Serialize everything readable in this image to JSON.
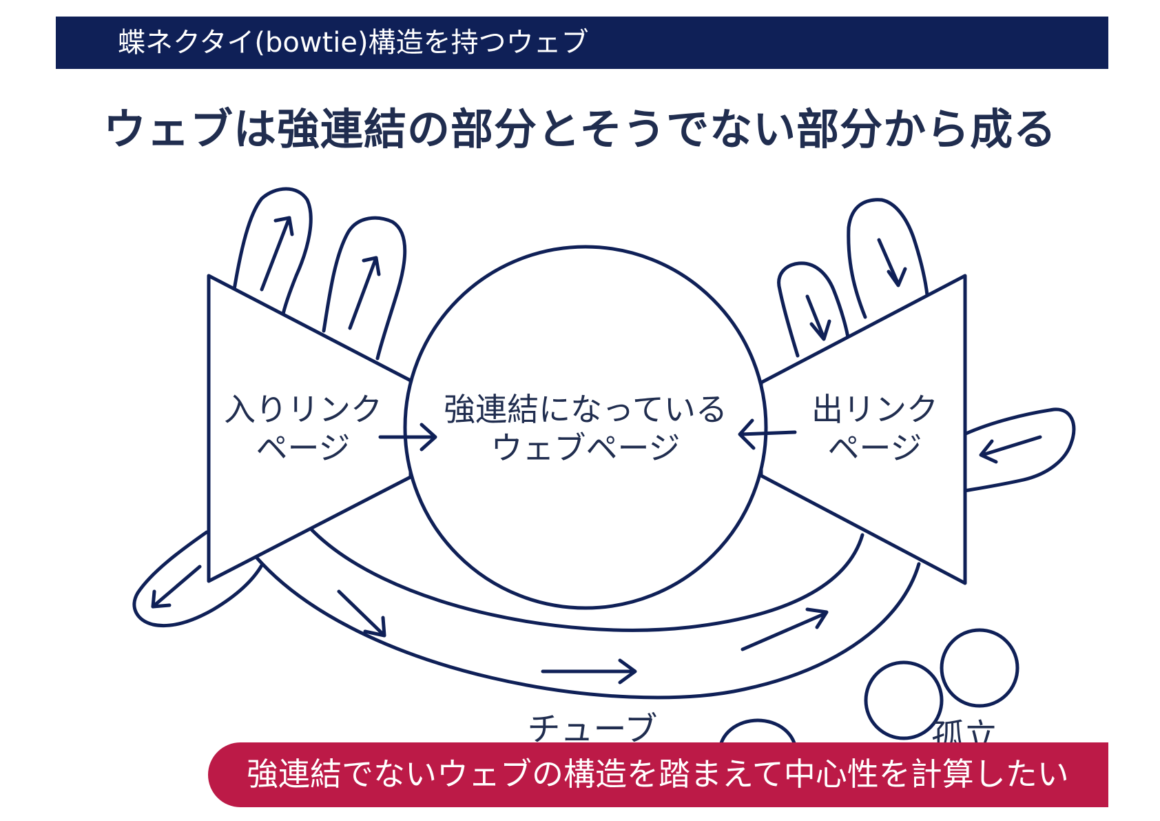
{
  "header": {
    "title": "蝶ネクタイ(bowtie)構造を持つウェブ",
    "bar_color": "#0f2057"
  },
  "slide": {
    "title": "ウェブは強連結の部分とそうでない部分から成る",
    "title_color": "#202d4f"
  },
  "diagram": {
    "in_link": {
      "line1": "入りリンク",
      "line2": "ページ"
    },
    "scc": {
      "line1": "強連結になっている",
      "line2": "ウェブページ"
    },
    "out_link": {
      "line1": "出リンク",
      "line2": "ページ"
    },
    "tube_label": "チューブ",
    "isolated_label": "孤立",
    "stroke_color": "#0f2057"
  },
  "callout": {
    "text": "強連結でないウェブの構造を踏まえて中心性を計算したい",
    "color": "#bc1a47"
  }
}
